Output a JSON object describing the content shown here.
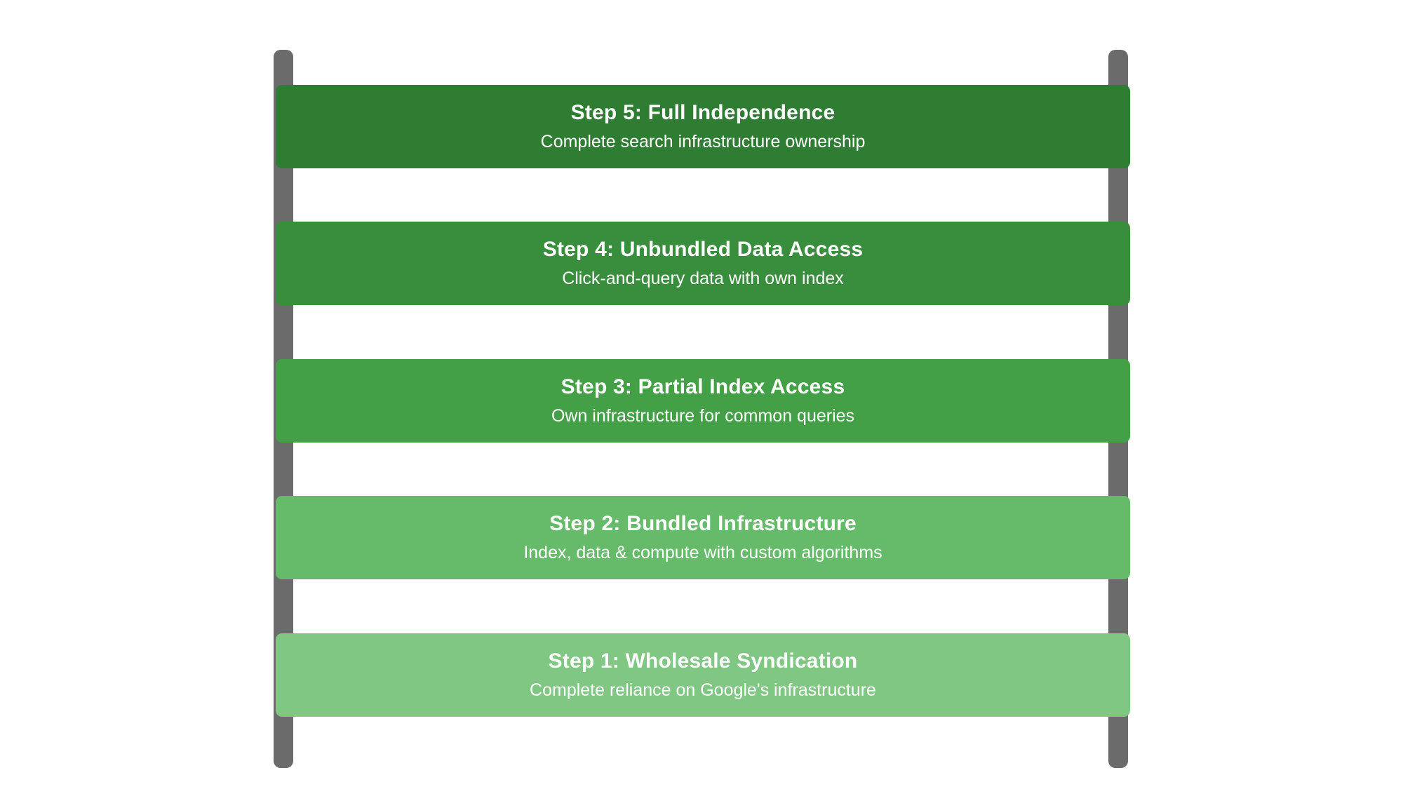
{
  "ladder": {
    "rail_color": "#6b6b6b",
    "steps": [
      {
        "title": "Step 5: Full Independence",
        "subtitle": "Complete search infrastructure ownership",
        "color": "#2e7d32"
      },
      {
        "title": "Step 4: Unbundled Data Access",
        "subtitle": "Click-and-query data with own index",
        "color": "#388e3c"
      },
      {
        "title": "Step 3: Partial Index Access",
        "subtitle": "Own infrastructure for common queries",
        "color": "#43a047"
      },
      {
        "title": "Step 2: Bundled Infrastructure",
        "subtitle": "Index, data & compute with custom algorithms",
        "color": "#66bb6a"
      },
      {
        "title": "Step 1: Wholesale Syndication",
        "subtitle": "Complete reliance on Google's infrastructure",
        "color": "#81c784"
      }
    ]
  }
}
